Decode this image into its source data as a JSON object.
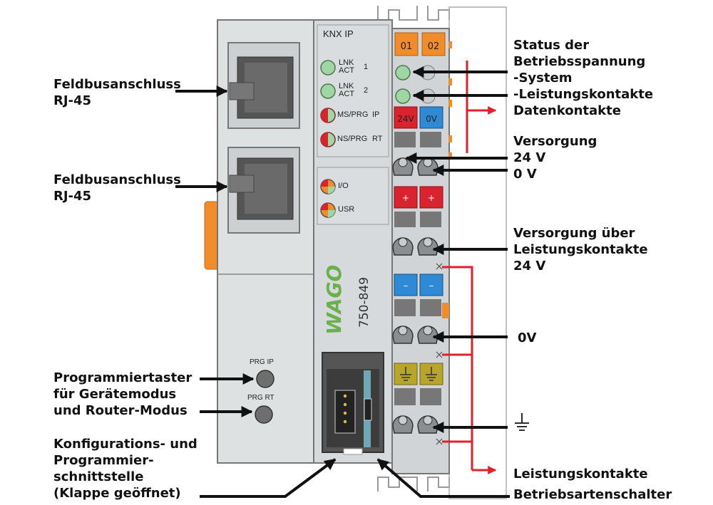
{
  "device": {
    "header": "KNX IP",
    "model": "750-849",
    "logo": "WAGO",
    "leds_top": [
      {
        "label": "LNK\nACT",
        "num": "1"
      },
      {
        "label": "LNK\nACT",
        "num": "2"
      },
      {
        "label": "MS/PRG",
        "num": "IP"
      },
      {
        "label": "NS/PRG",
        "num": "RT"
      }
    ],
    "leds_bottom": [
      {
        "label": "I/O"
      },
      {
        "label": "USR"
      }
    ],
    "prg_ip": "PRG  IP",
    "prg_rt": "PRG  RT",
    "terminal": {
      "status_leds": [
        "01",
        "02"
      ],
      "supply_labels": [
        "24V",
        "0V"
      ],
      "plus": "+",
      "minus": "–"
    }
  },
  "labels": {
    "feldbus1": "Feldbusanschluss\nRJ-45",
    "feldbus2": "Feldbusanschluss\nRJ-45",
    "programmiertaster": "Programmiertaster\nfür Gerätemodus\nund Router-Modus",
    "konfig": "Konfigurations- und\nProgrammier-\nschnittstelle\n(Klappe geöffnet)",
    "status": "Status der\nBetriebsspannung\n-System\n-Leistungskontakte",
    "datenkontakte": "Datenkontakte",
    "versorgung24": "Versorgung\n24 V\n0 V",
    "versorgung_lk": "Versorgung über\nLeistungskontakte\n24 V",
    "ov": "0V",
    "leistungskontakte": "Leistungskontakte",
    "betriebsartenschalter": "Betriebsartenschalter"
  },
  "colors": {
    "housing": "#dde1e2",
    "housing_dark": "#c8cdd0",
    "orange": "#f08c2a",
    "red": "#d9232e",
    "blue": "#2f8ad6",
    "yellow_green": "#b8a52a",
    "led_green": "#9fd6a3",
    "wago_green": "#6ab04c"
  }
}
